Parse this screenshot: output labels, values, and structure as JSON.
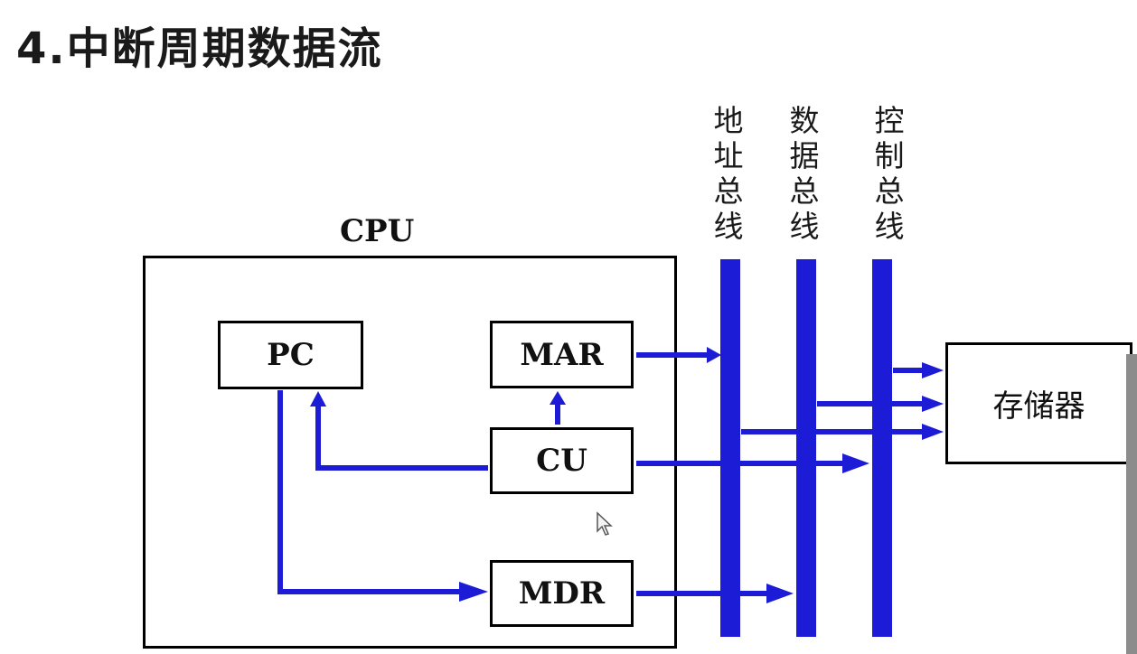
{
  "title": "4.中断周期数据流",
  "cpu_label": "CPU",
  "registers": {
    "pc": "PC",
    "mar": "MAR",
    "cu": "CU",
    "mdr": "MDR"
  },
  "memory_label": "存储器",
  "buses": {
    "address": "地址总线",
    "data": "数据总线",
    "control": "控制总线"
  },
  "colors": {
    "bus_blue": "#1c1cd6",
    "box_border": "#000000"
  }
}
